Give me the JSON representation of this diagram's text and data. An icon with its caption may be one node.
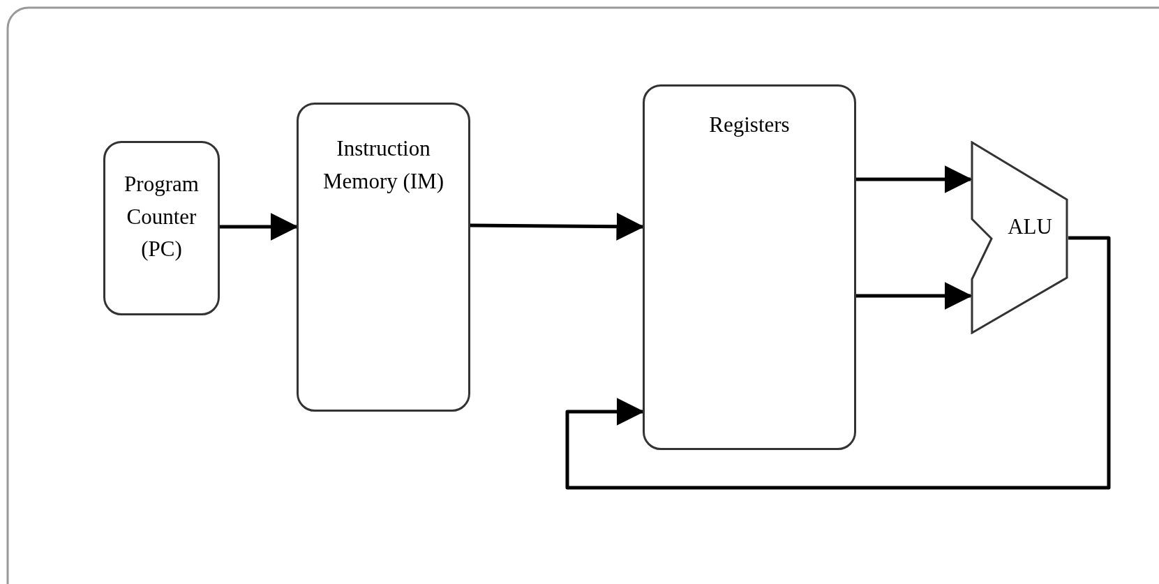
{
  "diagram": {
    "nodes": [
      {
        "text": [
          "Program Counter (PC)"
        ]
      },
      {
        "text": [
          "Instruction Memory (IM)"
        ]
      },
      {
        "text": [
          "Registers"
        ]
      },
      {
        "text": [
          "ALU"
        ]
      }
    ],
    "edges": [
      {
        "from": 0,
        "to": 1,
        "arrow": "to"
      },
      {
        "from": 1,
        "to": 2,
        "arrow": "to"
      },
      {
        "from": 2,
        "to": 3,
        "arrow": "to"
      },
      {
        "from": 2,
        "to": 3,
        "arrow": "to"
      },
      {
        "from": 3,
        "to": 2,
        "arrow": "to"
      }
    ]
  }
}
